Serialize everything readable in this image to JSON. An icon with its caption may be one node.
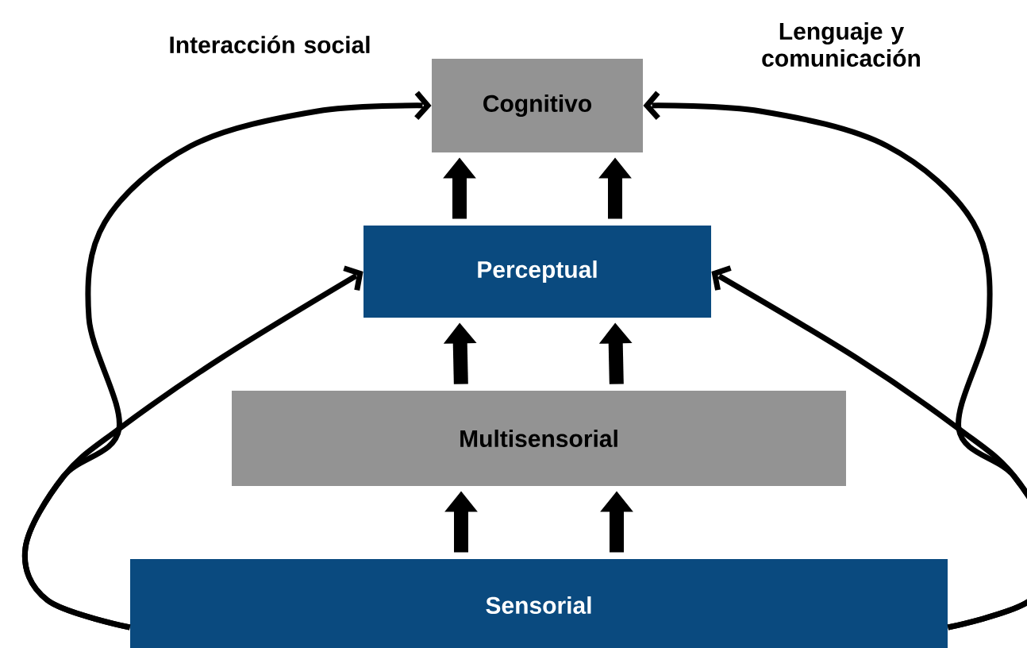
{
  "diagram": {
    "nodes": [
      {
        "text": [
          "Cognitivo"
        ]
      },
      {
        "text": [
          "Perceptual"
        ]
      },
      {
        "text": [
          "Multisensorial"
        ]
      },
      {
        "text": [
          "Sensorial"
        ]
      }
    ],
    "edges": [
      {
        "from": 3,
        "to": 2,
        "arrow": "to"
      },
      {
        "from": 3,
        "to": 2,
        "arrow": "to"
      },
      {
        "from": 2,
        "to": 1,
        "arrow": "to"
      },
      {
        "from": 2,
        "to": 1,
        "arrow": "to"
      },
      {
        "from": 1,
        "to": 0,
        "arrow": "to"
      },
      {
        "from": 1,
        "to": 0,
        "arrow": "to"
      },
      {
        "from": 3,
        "to": 1,
        "arrow": "to"
      },
      {
        "from": 3,
        "to": 0,
        "arrow": "to",
        "label": "Interacción social"
      },
      {
        "from": 3,
        "to": 1,
        "arrow": "to"
      },
      {
        "from": 3,
        "to": 0,
        "arrow": "to",
        "label": "Lenguaje y comunicación"
      }
    ]
  }
}
